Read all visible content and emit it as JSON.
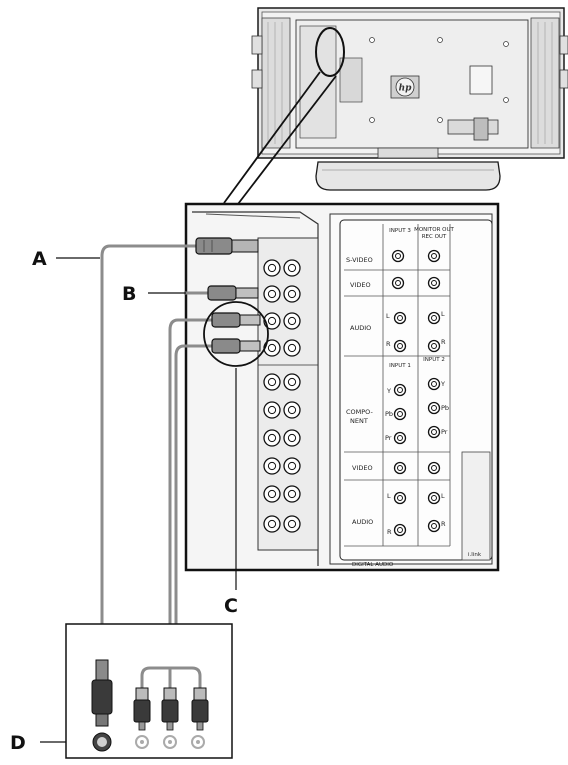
{
  "callouts": {
    "a": "A",
    "b": "B",
    "c": "C",
    "d": "D"
  },
  "tv_logo": "hp",
  "panel": {
    "col1_header": "INPUT 3",
    "col2_header_line1": "MONITOR OUT",
    "col2_header_line2": "REC OUT",
    "svideo": "S-VIDEO",
    "video": "VIDEO",
    "audio": "AUDIO",
    "L": "L",
    "R": "R",
    "input1": "INPUT 1",
    "input2": "INPUT 2",
    "component_line1": "COMPO-",
    "component_line2": "NENT",
    "Y": "Y",
    "Pb": "Pb",
    "Pr": "Pr",
    "video2": "VIDEO",
    "audio2": "AUDIO",
    "digital_audio": "DIGITAL AUDIO",
    "side_label": "i.link"
  },
  "colors": {
    "line": "#1a1a1a",
    "cable": "#8c8c8c",
    "panel_fill": "#f4f4f4",
    "tv_fill": "#e6e6e6"
  }
}
